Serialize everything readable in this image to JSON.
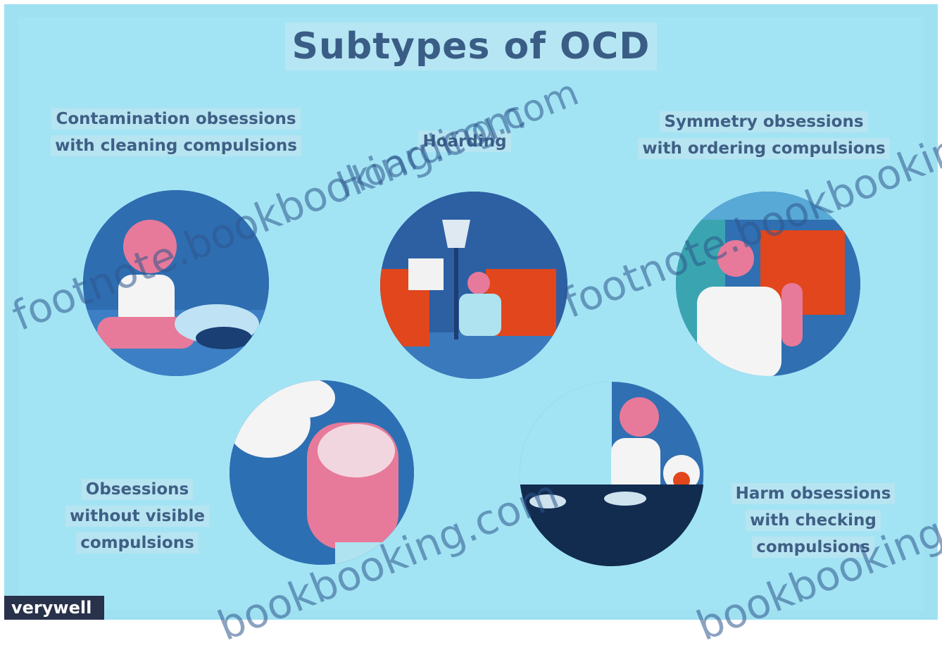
{
  "title": "Subtypes of OCD",
  "subtypes": [
    {
      "label_line1": "Contamination obsessions",
      "label_line2": "with cleaning compulsions"
    },
    {
      "label_line1": "Hoarding"
    },
    {
      "label_line1": "Symmetry obsessions",
      "label_line2": "with ordering compulsions"
    },
    {
      "label_line1": "Obsessions",
      "label_line2": "without visible",
      "label_line3": "compulsions"
    },
    {
      "label_line1": "Harm obsessions",
      "label_line2": "with checking",
      "label_line3": "compulsions"
    }
  ],
  "watermarks": [
    "footnote.bookbooking.com",
    "Hoarding.com",
    "footnote.bookbooking.com",
    "bookbooking.com",
    "bookbooking.com"
  ],
  "logo": "verywell",
  "colors": {
    "background": "#a3e4f4",
    "title": "#3a5d86",
    "circle_blue": "#2d6fb3",
    "accent_orange": "#e2461c",
    "accent_pink": "#e77a9a",
    "logo_bg": "#28324a"
  }
}
